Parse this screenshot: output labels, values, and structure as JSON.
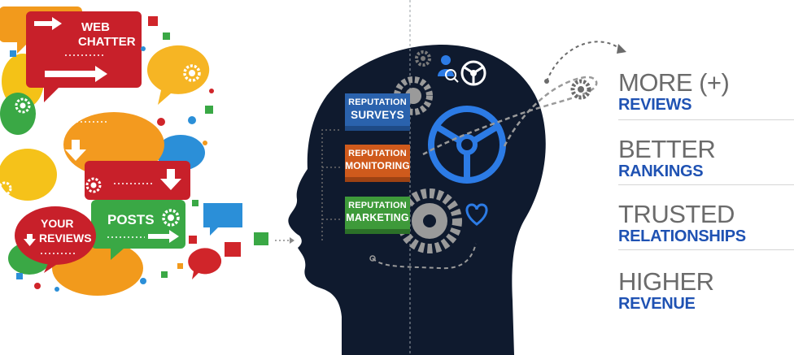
{
  "speech_bubbles": {
    "web_chatter": [
      "WEB",
      "CHATTER"
    ],
    "posts": "POSTS",
    "your_reviews": [
      "YOUR",
      "REVIEWS"
    ]
  },
  "reputation_boxes": [
    {
      "line1": "REPUTATION",
      "line2": "SURVEYS",
      "color": "#2a62ad"
    },
    {
      "line1": "REPUTATION",
      "line2": "MONITORING",
      "color": "#cf5a1c"
    },
    {
      "line1": "REPUTATION",
      "line2": "MARKETING",
      "color": "#3e9a3a"
    }
  ],
  "outcomes": [
    {
      "big": "MORE (+)",
      "small": "REVIEWS"
    },
    {
      "big": "BETTER",
      "small": "RANKINGS"
    },
    {
      "big": "TRUSTED",
      "small": "RELATIONSHIPS"
    },
    {
      "big": "HIGHER",
      "small": "REVENUE"
    }
  ],
  "colors": {
    "head": "#0f1a2e",
    "gear_blue": "#2c7be5",
    "gear_gray": "#9a9a9a",
    "outcome_gray": "#6b6b6b",
    "outcome_blue": "#1f52b3"
  },
  "icons": [
    "gear-icon",
    "person-search-icon",
    "steering-wheel-icon",
    "heart-icon",
    "arrow-icon"
  ]
}
